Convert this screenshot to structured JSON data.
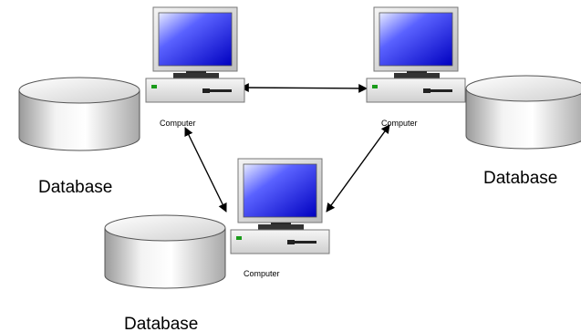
{
  "colors": {
    "screen_top": "#e8ecff",
    "screen_mid": "#2f36ff",
    "screen_bottom": "#0000c8",
    "monitor_frame": "#d9d9d9",
    "base_unit": "#e6e6e6",
    "led": "#1a9b1a",
    "db_light": "#f2f2f2",
    "db_dark": "#a6a6a6",
    "line": "#000000"
  },
  "diagram": {
    "computers": [
      {
        "id": "computer-top-left",
        "label": "Computer"
      },
      {
        "id": "computer-top-right",
        "label": "Computer"
      },
      {
        "id": "computer-bottom",
        "label": "Computer"
      }
    ],
    "databases": [
      {
        "id": "database-left",
        "label": "Database"
      },
      {
        "id": "database-right",
        "label": "Database"
      },
      {
        "id": "database-bottom",
        "label": "Database"
      }
    ],
    "connections": [
      {
        "from": "computer-top-left",
        "to": "computer-top-right",
        "direction": "bidirectional"
      },
      {
        "from": "computer-top-left",
        "to": "computer-bottom",
        "direction": "bidirectional"
      },
      {
        "from": "computer-top-right",
        "to": "computer-bottom",
        "direction": "bidirectional"
      }
    ]
  }
}
